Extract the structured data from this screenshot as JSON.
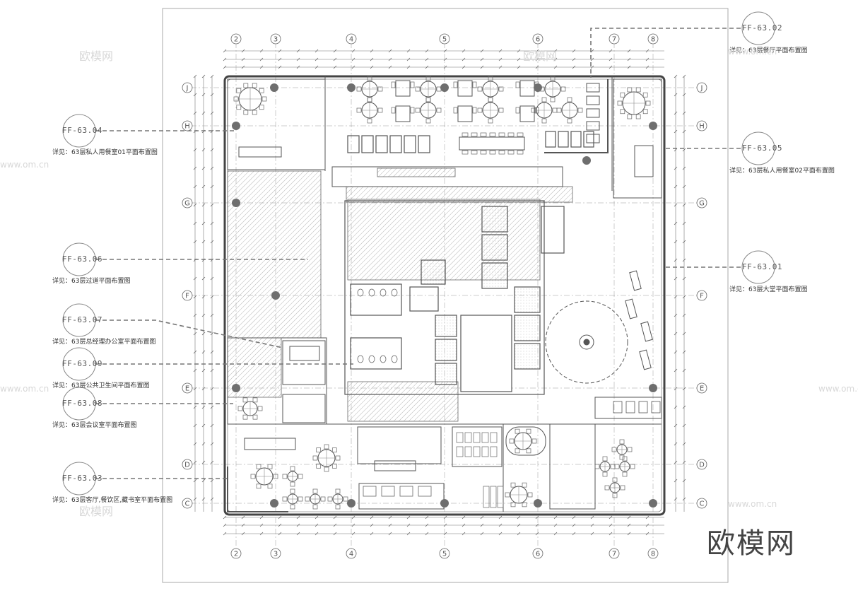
{
  "sheet": {
    "grid_top": [
      "2",
      "3",
      "4",
      "5",
      "6",
      "7",
      "8"
    ],
    "grid_bottom": [
      "2",
      "3",
      "4",
      "5",
      "6",
      "7",
      "8"
    ],
    "grid_left": [
      "J",
      "H",
      "G",
      "F",
      "E",
      "D",
      "C"
    ],
    "grid_right": [
      "J",
      "H",
      "G",
      "F",
      "E",
      "D",
      "C"
    ]
  },
  "refs_left": [
    {
      "code": "FF-63.04",
      "note": "详见：63层私人用餐室01平面布置图"
    },
    {
      "code": "FF-63.06",
      "note": "详见：63层过道平面布置图"
    },
    {
      "code": "FF-63.07",
      "note": "详见：63层总经理办公室平面布置图"
    },
    {
      "code": "FF-63.09",
      "note": "详见：63层公共卫生间平面布置图"
    },
    {
      "code": "FF-63.08",
      "note": "详见：63层会议室平面布置图"
    },
    {
      "code": "FF-63.03",
      "note": "详见：63层客厅,餐饮区,藏书室平面布置图"
    }
  ],
  "refs_right": [
    {
      "code": "FF-63.02",
      "note": "详见：63层餐厅平面布置图"
    },
    {
      "code": "FF-63.05",
      "note": "详见：63层私人用餐室02平面布置图"
    },
    {
      "code": "FF-63.01",
      "note": "详见：63层大堂平面布置图"
    }
  ],
  "watermarks": [
    "欧模网",
    "www.om.cn"
  ],
  "brand": "欧模网",
  "colors": {
    "line": "#555555",
    "hatch": "#9a9a9a",
    "dash": "#777777"
  }
}
